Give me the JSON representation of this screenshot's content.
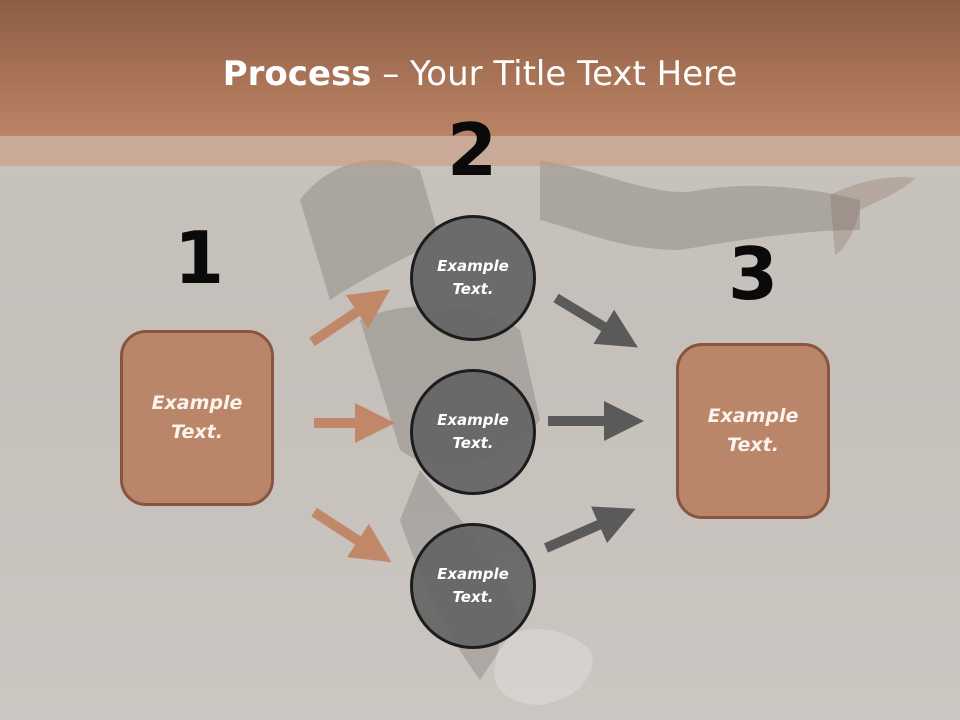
{
  "title": {
    "bold": "Process",
    "rest": " – Your Title Text Here"
  },
  "steps": {
    "one": "1",
    "two": "2",
    "three": "3"
  },
  "left_box": {
    "text": "Example Text."
  },
  "right_box": {
    "text": "Example Text."
  },
  "circles": [
    {
      "text": "Example Text."
    },
    {
      "text": "Example Text."
    },
    {
      "text": "Example Text."
    }
  ],
  "colors": {
    "header": "#a87256",
    "box_fill": "#b77d5e",
    "circle_fill": "#646464",
    "arrow_left": "#c08868",
    "arrow_right": "#5a5a5a"
  }
}
